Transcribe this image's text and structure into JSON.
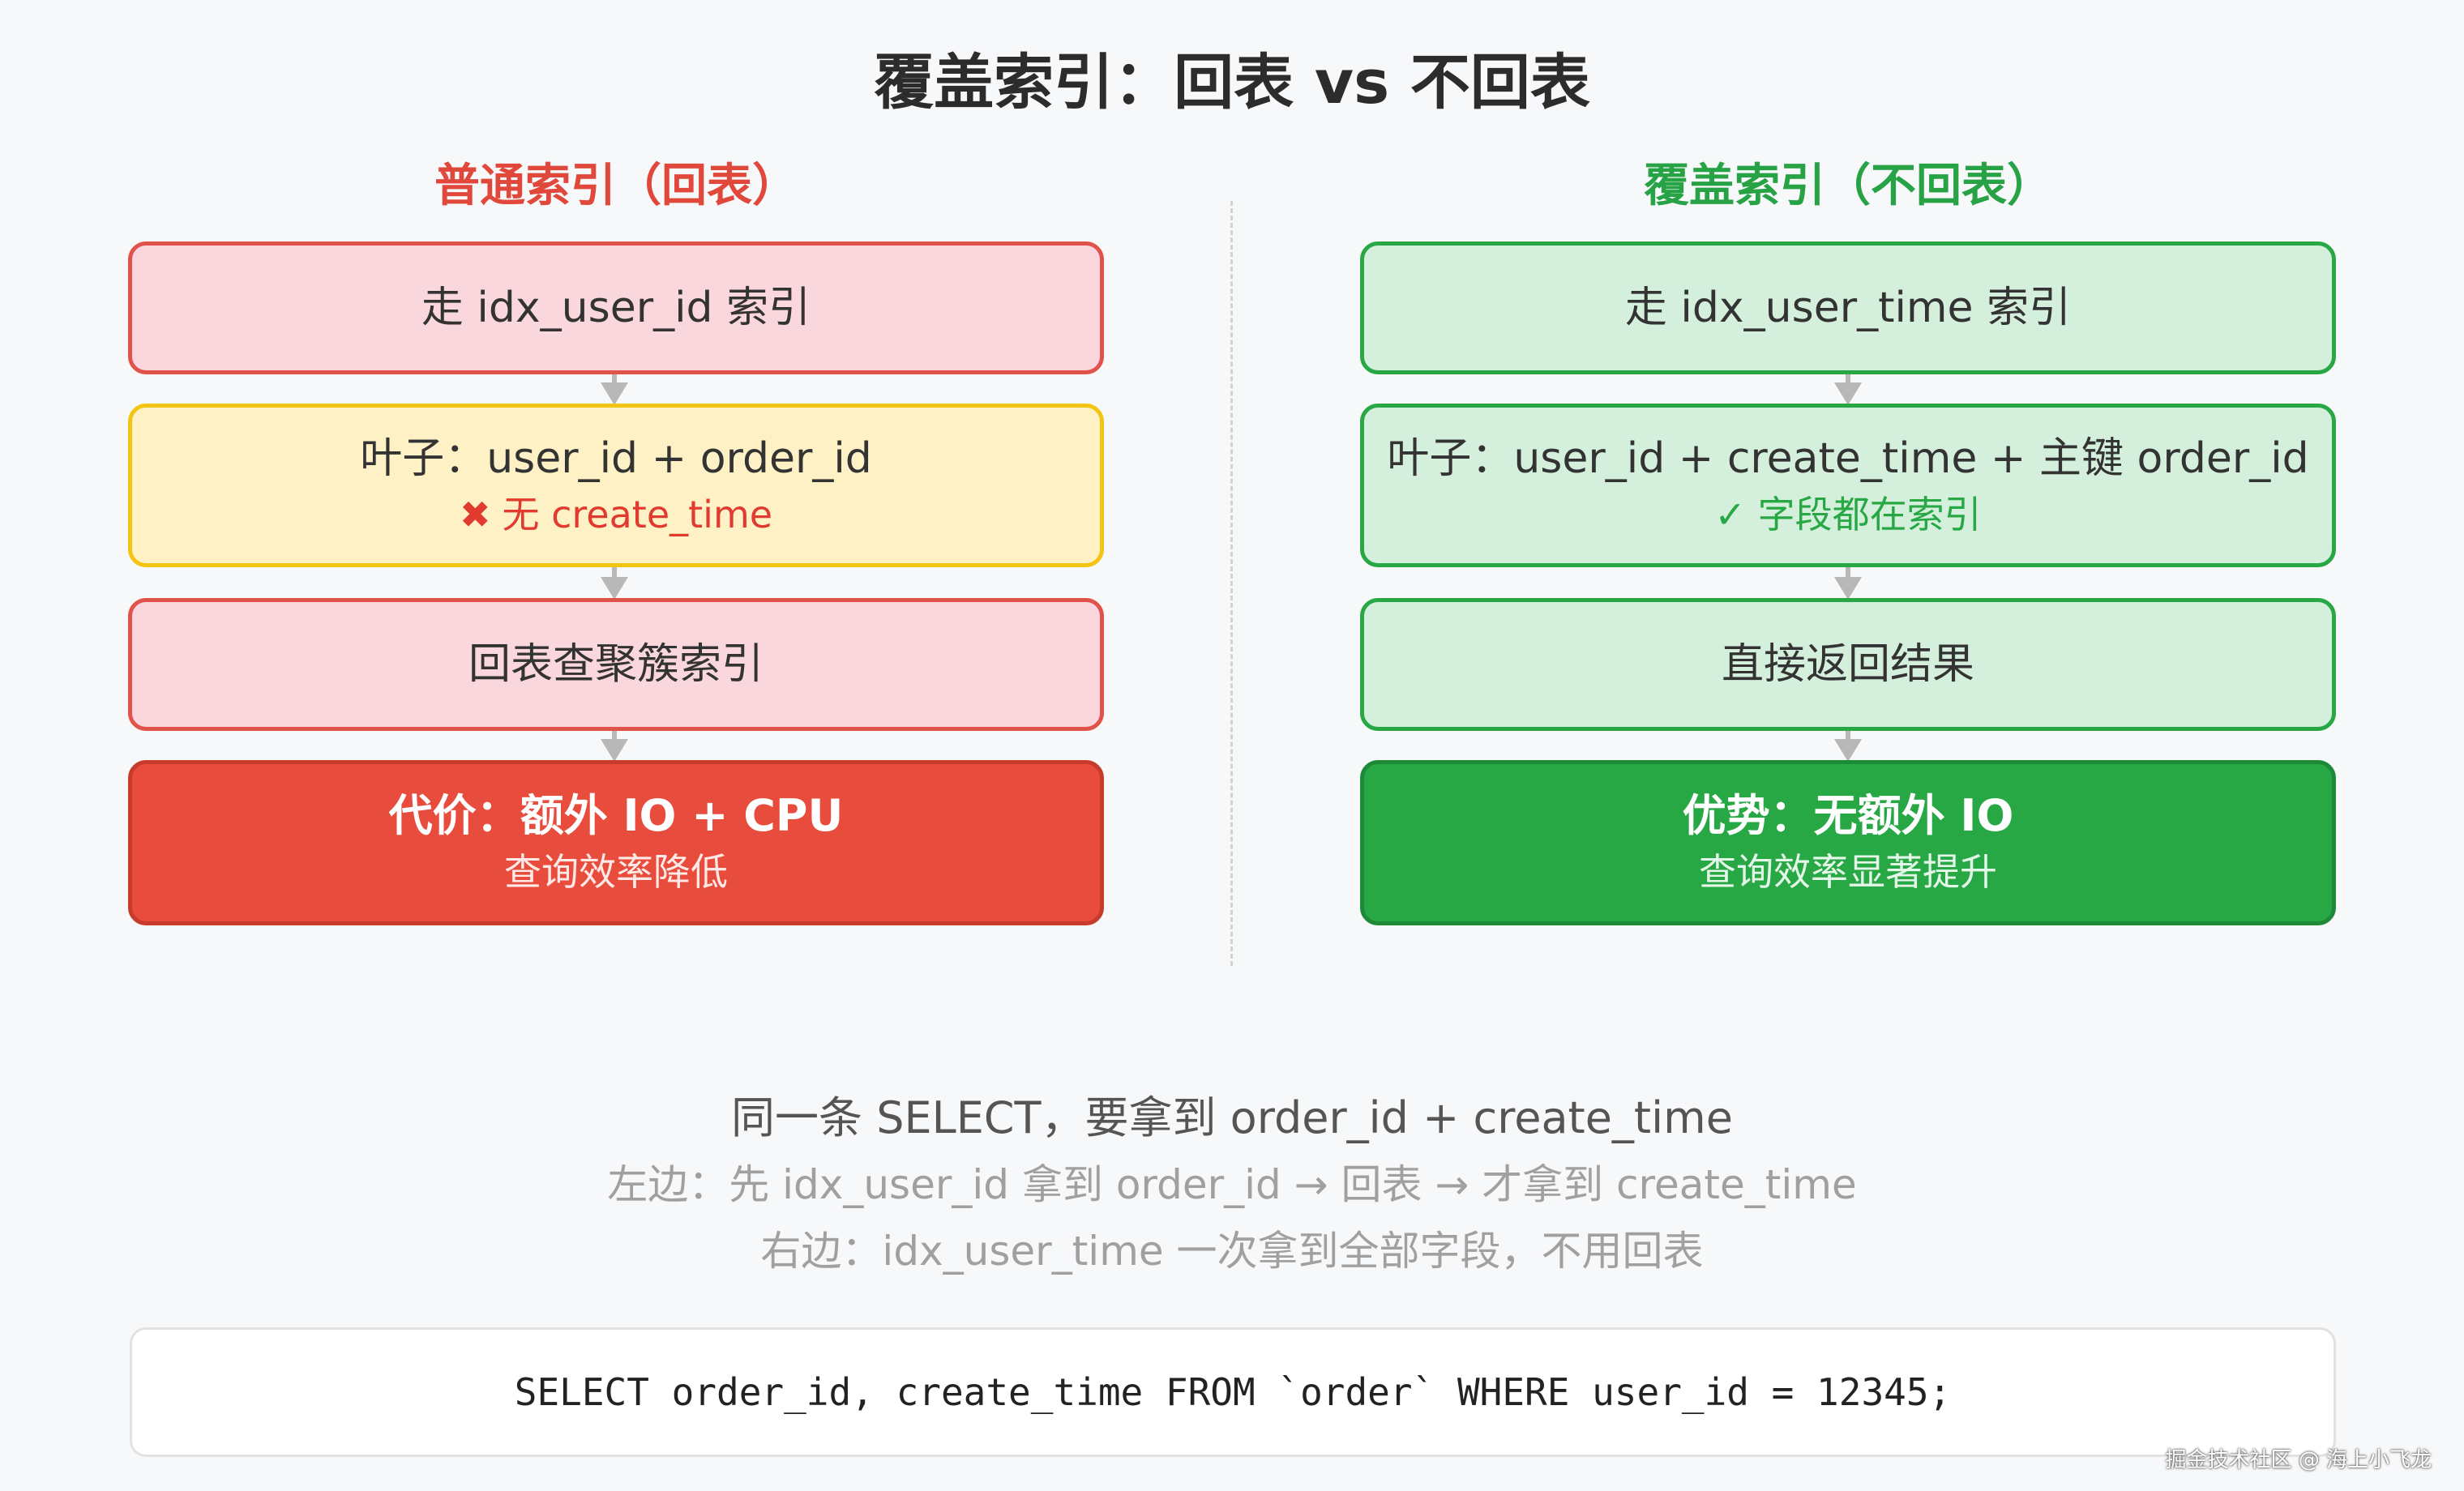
{
  "title": "覆盖索引：回表 vs 不回表",
  "left": {
    "heading": "普通索引（回表）",
    "step1": "走 idx_user_id 索引",
    "step2": "叶子：user_id + order_id",
    "step2_note_icon": "✖",
    "step2_note": "无 create_time",
    "step3": "回表查聚簇索引",
    "result_title": "代价：额外 IO + CPU",
    "result_note": "查询效率降低"
  },
  "right": {
    "heading": "覆盖索引（不回表）",
    "step1": "走 idx_user_time 索引",
    "step2": "叶子：user_id + create_time + 主键 order_id",
    "step2_note": "✓ 字段都在索引",
    "step3": "直接返回结果",
    "result_title": "优势：无额外 IO",
    "result_note": "查询效率显著提升"
  },
  "notes": {
    "line1": "同一条 SELECT，要拿到 order_id + create_time",
    "line2": "左边：先 idx_user_id 拿到 order_id → 回表 → 才拿到 create_time",
    "line3": "右边：idx_user_time 一次拿到全部字段，不用回表"
  },
  "sql": "SELECT order_id, create_time FROM `order` WHERE user_id = 12345;",
  "watermark": "掘金技术社区 @ 海上小飞龙",
  "colors": {
    "left_accent": "#e0483b",
    "right_accent": "#27a245",
    "left_box_bg": "#f9d7dc",
    "leaf_box_bg": "#fff1c6",
    "left_result_bg": "#e74c3c",
    "right_box_bg": "#d4efdb",
    "right_result_bg": "#28a745"
  }
}
